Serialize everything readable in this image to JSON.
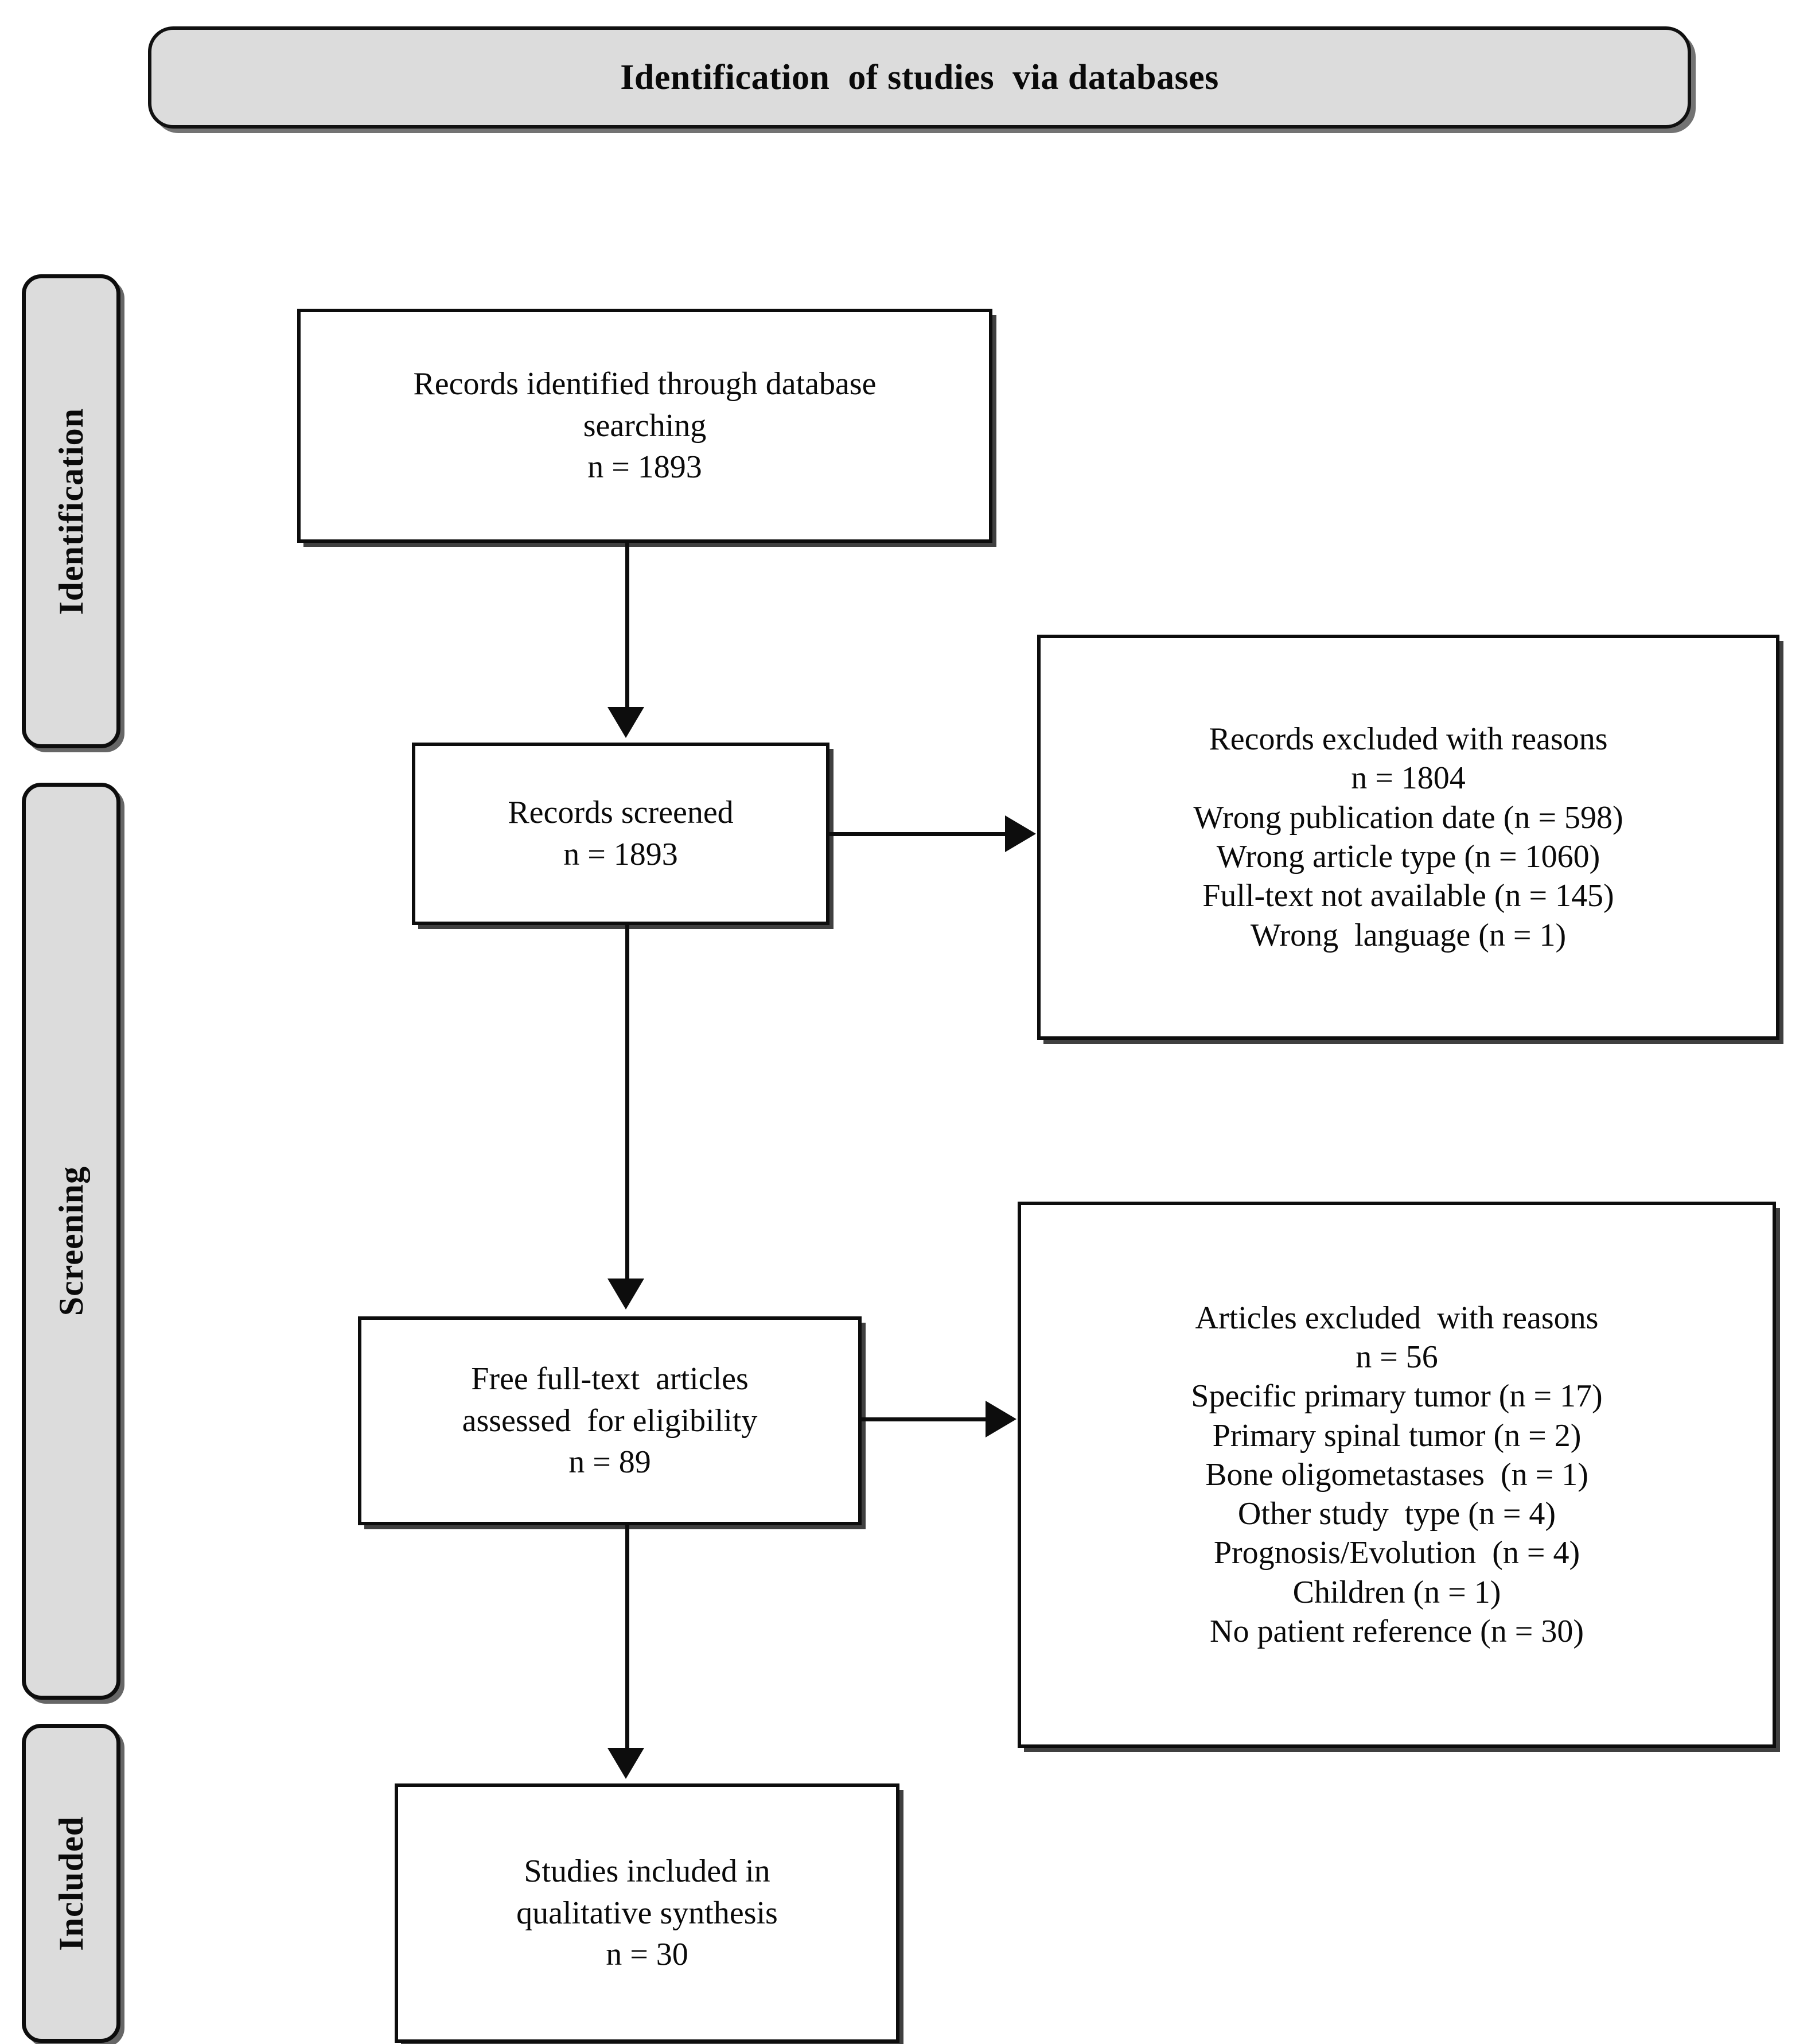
{
  "banner": {
    "title": "Identification  of studies  via databases"
  },
  "stages": [
    {
      "id": "identification",
      "label": "Identification"
    },
    {
      "id": "screening",
      "label": "Screening"
    },
    {
      "id": "included",
      "label": "Included"
    }
  ],
  "boxes": {
    "identified": {
      "lines": [
        "Records identified through database",
        "searching",
        "n = 1893"
      ]
    },
    "screened": {
      "lines": [
        "Records screened",
        "n = 1893"
      ]
    },
    "records_excluded": {
      "lines": [
        "Records excluded with reasons",
        "n = 1804",
        "Wrong publication date (n = 598)",
        "Wrong article type (n = 1060)",
        "Full-text not available (n = 145)",
        "Wrong  language (n = 1)"
      ]
    },
    "fulltext": {
      "lines": [
        "Free full-text  articles",
        "assessed  for eligibility",
        "n = 89"
      ]
    },
    "articles_excluded": {
      "lines": [
        "Articles excluded  with reasons",
        "n = 56",
        "Specific primary tumor (n = 17)",
        "Primary spinal tumor (n = 2)",
        "Bone oligometastases  (n = 1)",
        "Other study  type (n = 4)",
        "Prognosis/Evolution  (n = 4)",
        "Children (n = 1)",
        "No patient reference (n = 30)"
      ]
    },
    "included": {
      "lines": [
        "Studies included in",
        "qualitative synthesis",
        "n = 30"
      ]
    }
  },
  "colors": {
    "stroke": "#0d0d0d",
    "banner_fill": "#dcdcdc",
    "box_fill": "#ffffff"
  }
}
